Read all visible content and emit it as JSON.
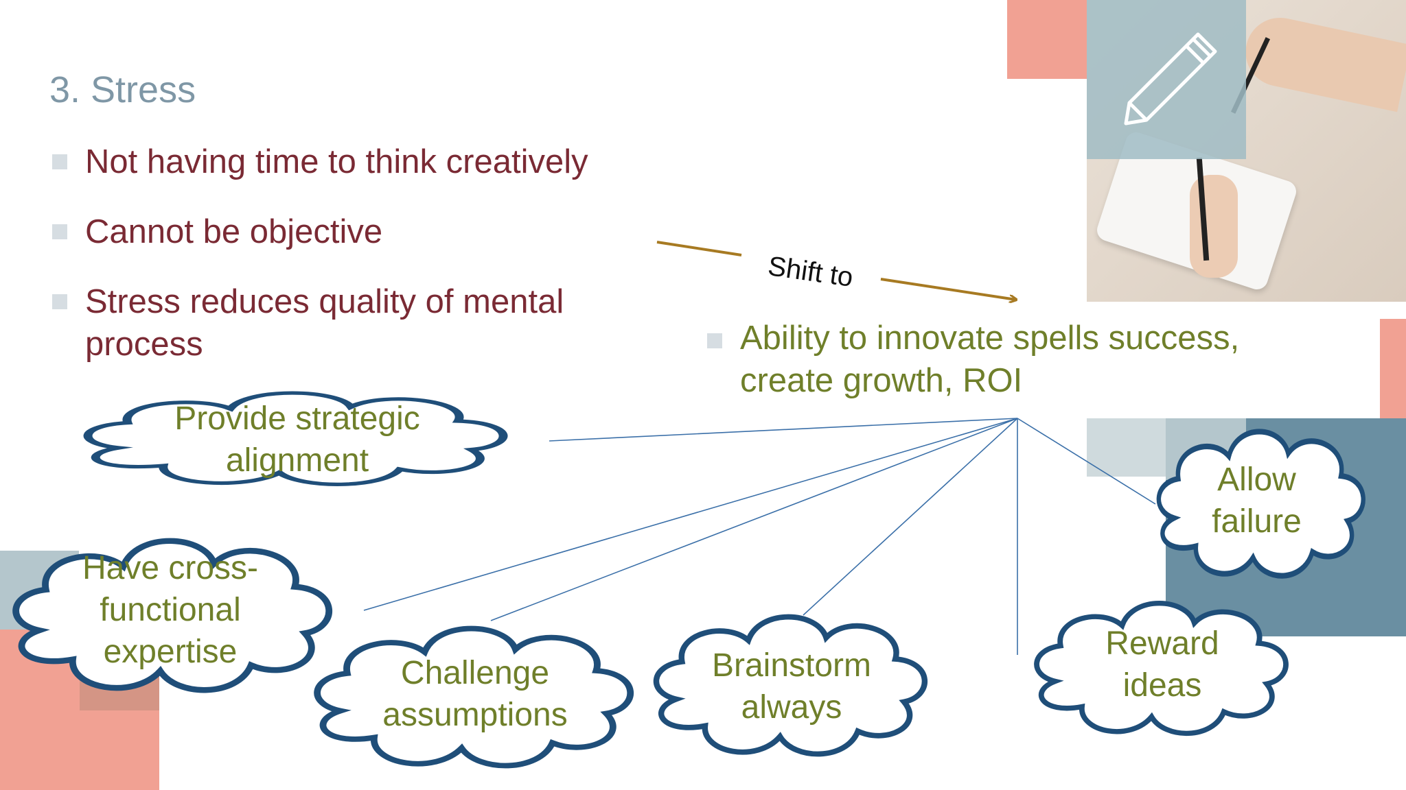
{
  "slide": {
    "title": "3.  Stress",
    "bullets": [
      "Not having time to think creatively",
      "Cannot be objective",
      "Stress reduces quality of mental process"
    ],
    "arrow_label": "Shift to",
    "callout": "Ability to innovate spells success, create growth, ROI",
    "clouds": {
      "strategic": "Provide strategic alignment",
      "cross": "Have cross-functional expertise",
      "challenge": "Challenge assumptions",
      "brainstorm": "Brainstorm always",
      "reward": "Reward ideas",
      "failure": "Allow failure"
    }
  },
  "colors": {
    "title": "#7f97a6",
    "bullet_text": "#7a2a34",
    "green_text": "#6f7f2a",
    "cloud_outline": "#1f4e79",
    "connector": "#3a6fa8",
    "arrow": "#a77a22",
    "coral": "#f1a193",
    "slate": "#b4c6cc",
    "steel": "#6a8fa2"
  },
  "icons": [
    "pencil-icon"
  ]
}
